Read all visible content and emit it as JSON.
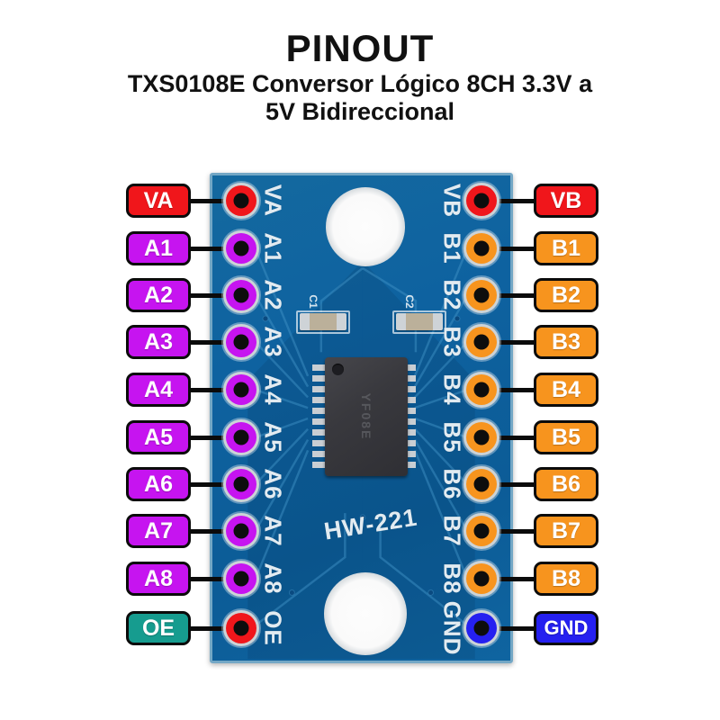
{
  "header": {
    "title": "PINOUT",
    "subtitle_line1": "TXS0108E Conversor Lógico 8CH 3.3V a",
    "subtitle_line2": "5V Bidireccional"
  },
  "board": {
    "model": "HW-221",
    "chip_marking": "YF08E",
    "cap1_label": "C1",
    "cap2_label": "C2"
  },
  "pinout": {
    "left": [
      {
        "label": "VA",
        "label_color": "#f0161b",
        "pin_color": "#f0161b"
      },
      {
        "label": "A1",
        "label_color": "#c614f0",
        "pin_color": "#c614f0"
      },
      {
        "label": "A2",
        "label_color": "#c614f0",
        "pin_color": "#c614f0"
      },
      {
        "label": "A3",
        "label_color": "#c614f0",
        "pin_color": "#c614f0"
      },
      {
        "label": "A4",
        "label_color": "#c614f0",
        "pin_color": "#c614f0"
      },
      {
        "label": "A5",
        "label_color": "#c614f0",
        "pin_color": "#c614f0"
      },
      {
        "label": "A6",
        "label_color": "#c614f0",
        "pin_color": "#c614f0"
      },
      {
        "label": "A7",
        "label_color": "#c614f0",
        "pin_color": "#c614f0"
      },
      {
        "label": "A8",
        "label_color": "#c614f0",
        "pin_color": "#c614f0"
      },
      {
        "label": "OE",
        "label_color": "#169c8f",
        "pin_color": "#f0161b"
      }
    ],
    "right": [
      {
        "label": "VB",
        "label_color": "#f0161b",
        "pin_color": "#f0161b"
      },
      {
        "label": "B1",
        "label_color": "#f7941e",
        "pin_color": "#f7941e"
      },
      {
        "label": "B2",
        "label_color": "#f7941e",
        "pin_color": "#f7941e"
      },
      {
        "label": "B3",
        "label_color": "#f7941e",
        "pin_color": "#f7941e"
      },
      {
        "label": "B4",
        "label_color": "#f7941e",
        "pin_color": "#f7941e"
      },
      {
        "label": "B5",
        "label_color": "#f7941e",
        "pin_color": "#f7941e"
      },
      {
        "label": "B6",
        "label_color": "#f7941e",
        "pin_color": "#f7941e"
      },
      {
        "label": "B7",
        "label_color": "#f7941e",
        "pin_color": "#f7941e"
      },
      {
        "label": "B8",
        "label_color": "#f7941e",
        "pin_color": "#f7941e"
      },
      {
        "label": "GND",
        "label_color": "#2520f0",
        "pin_color": "#2520f0"
      }
    ]
  },
  "colors": {
    "red": "#f0161b",
    "magenta": "#c614f0",
    "orange": "#f7941e",
    "teal": "#169c8f",
    "gnd_blue": "#2520f0",
    "board_blue": "#0e62a0",
    "silkscreen": "#e2ebf1",
    "wire_black": "#0b0b0b"
  }
}
